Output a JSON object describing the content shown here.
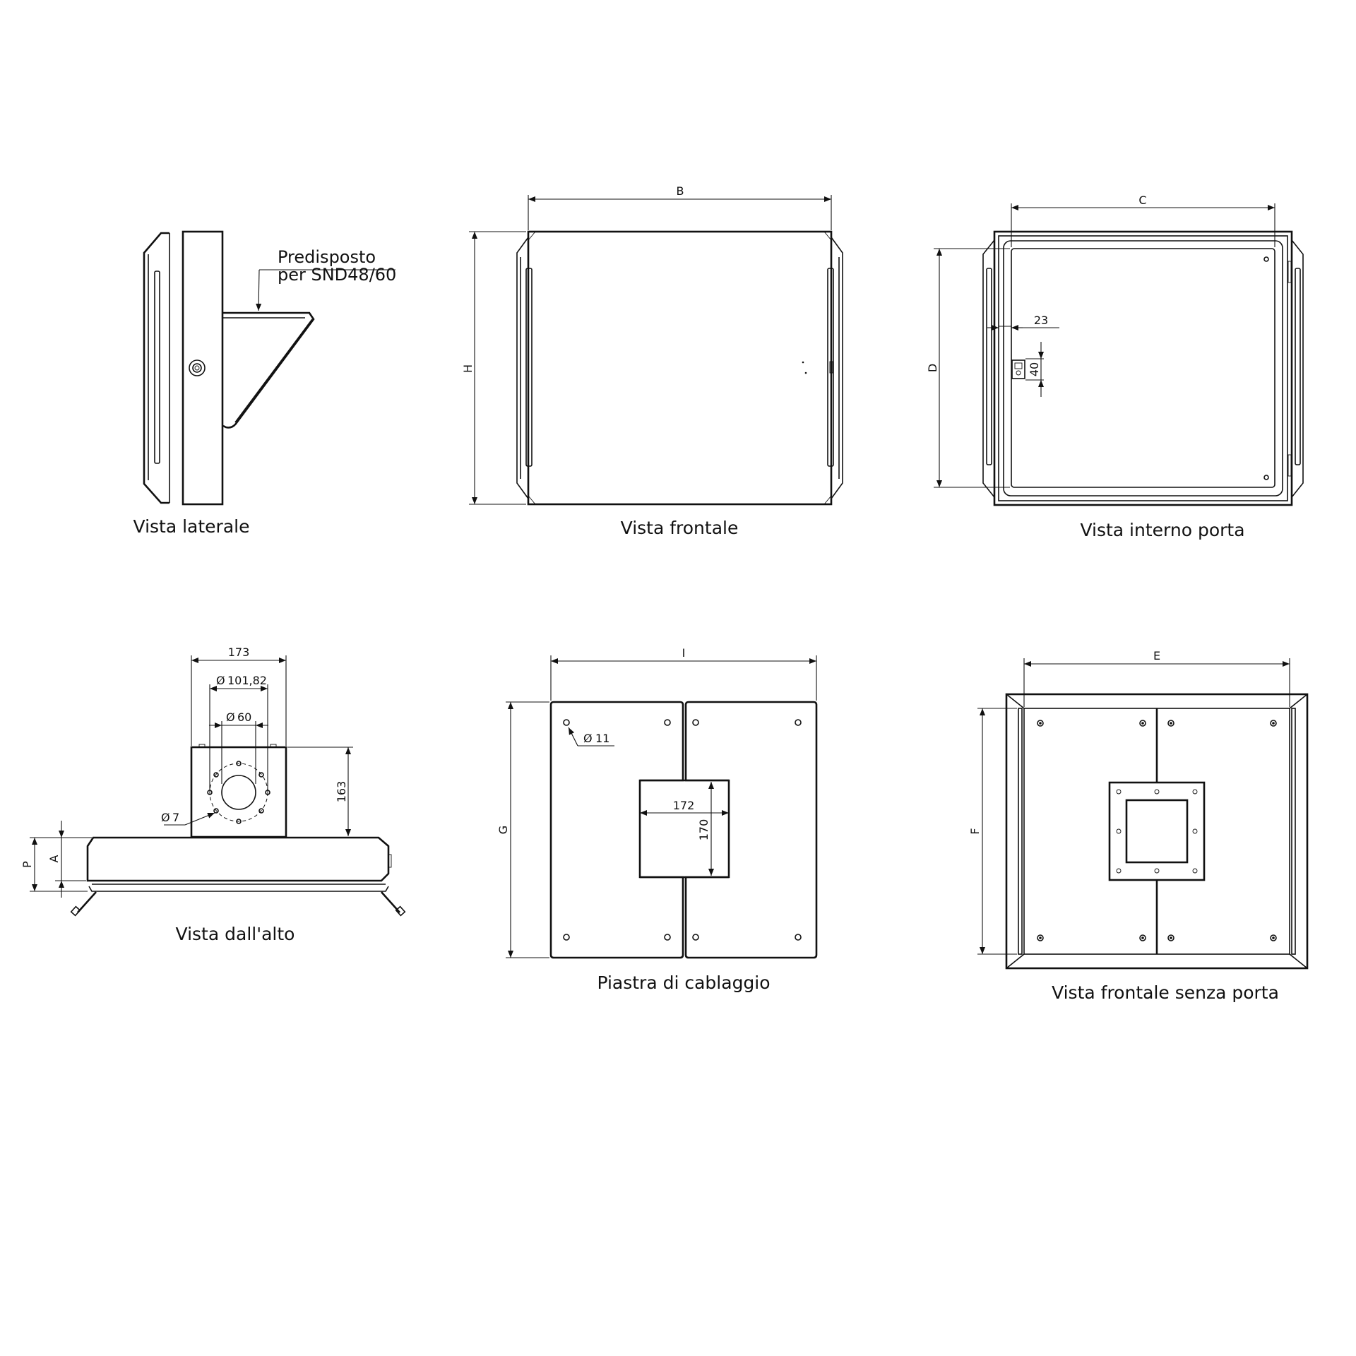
{
  "views": {
    "side": {
      "caption": "Vista laterale",
      "note_line1": "Predisposto",
      "note_line2": "per SND48/60"
    },
    "front": {
      "caption": "Vista frontale",
      "dim_width": "B",
      "dim_height": "H"
    },
    "door_inside": {
      "caption": "Vista interno porta",
      "dim_width": "C",
      "dim_height": "D",
      "dim_offset": "23",
      "dim_lock": "40"
    },
    "top": {
      "caption": "Vista dall'alto",
      "dim_173": "173",
      "dim_pcd": "101,82",
      "dim_bore": "60",
      "dim_hole": "7",
      "dim_163": "163",
      "dim_a": "A",
      "dim_p": "P",
      "diameter_symbol": "Ø"
    },
    "plate": {
      "caption": "Piastra di cablaggio",
      "dim_width": "I",
      "dim_height": "G",
      "dim_hole": "11",
      "dim_cut_w": "172",
      "dim_cut_h": "170"
    },
    "front_nodoor": {
      "caption": "Vista frontale senza porta",
      "dim_width": "E",
      "dim_height": "F"
    }
  }
}
